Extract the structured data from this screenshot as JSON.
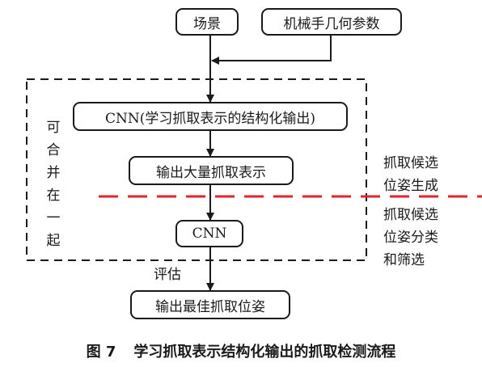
{
  "nodes": {
    "scene": "场景",
    "robot_params": "机械手几何参数",
    "cnn_grasp_repr": "CNN(学习抓取表示的结构化输出)",
    "output_many": "输出大量抓取表示",
    "cnn": "CNN",
    "output_best": "输出最佳抓取位姿"
  },
  "side_labels": {
    "mergeable": "可\n合\n并\n在\n一\n起",
    "candidate_generation": "抓取候选\n位姿生成",
    "candidate_classification": "抓取候选\n位姿分类\n和筛选"
  },
  "edge_labels": {
    "evaluate": "评估"
  },
  "caption": {
    "figure_number": "图 7",
    "title": "学习抓取表示结构化输出的抓取检测流程"
  },
  "colors": {
    "line": "#1a1a1a",
    "separator": "#e0262b"
  }
}
